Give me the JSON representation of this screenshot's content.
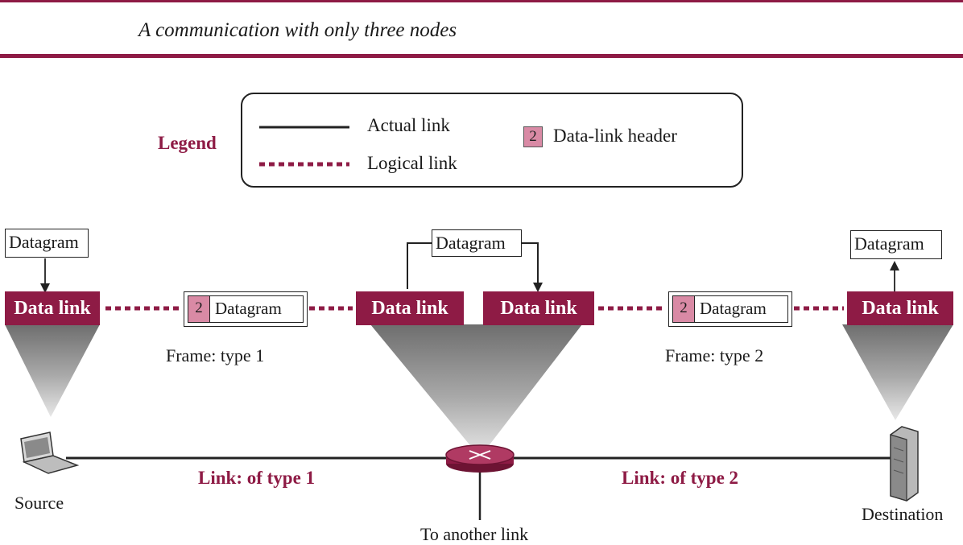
{
  "title": "A communication with only three nodes",
  "legend": {
    "title": "Legend",
    "actual_link": "Actual link",
    "logical_link": "Logical link",
    "header_symbol": "2",
    "header_label": "Data-link header"
  },
  "source_node": {
    "datagram": "Datagram",
    "data_link": "Data link",
    "label": "Source"
  },
  "router_node": {
    "datagram": "Datagram",
    "data_link_left": "Data link",
    "data_link_right": "Data link",
    "label": "To another link"
  },
  "destination_node": {
    "datagram": "Datagram",
    "data_link": "Data link",
    "label": "Destination"
  },
  "frames": [
    {
      "header": "2",
      "datagram": "Datagram",
      "label": "Frame: type 1"
    },
    {
      "header": "2",
      "datagram": "Datagram",
      "label": "Frame: type 2"
    }
  ],
  "links": [
    {
      "label": "Link: of type 1"
    },
    {
      "label": "Link: of type 2"
    }
  ],
  "colors": {
    "accent": "#8e1b45",
    "header_fill": "#d98aa5"
  }
}
